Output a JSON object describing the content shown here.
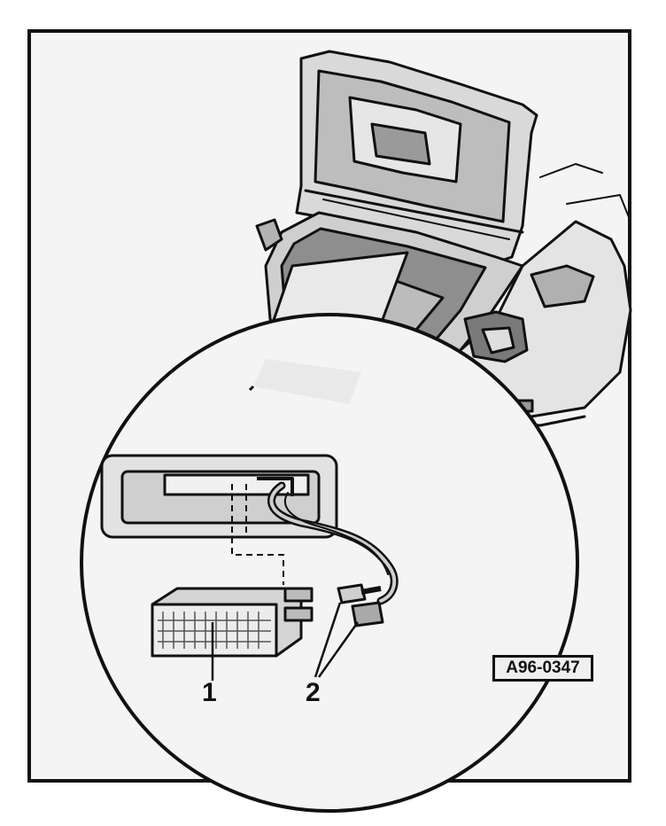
{
  "callouts": [
    {
      "number": "1"
    },
    {
      "number": "2"
    }
  ],
  "figure_id": "A96-0347",
  "colors": {
    "ink": "#111111",
    "paper": "#f4f4f4"
  }
}
